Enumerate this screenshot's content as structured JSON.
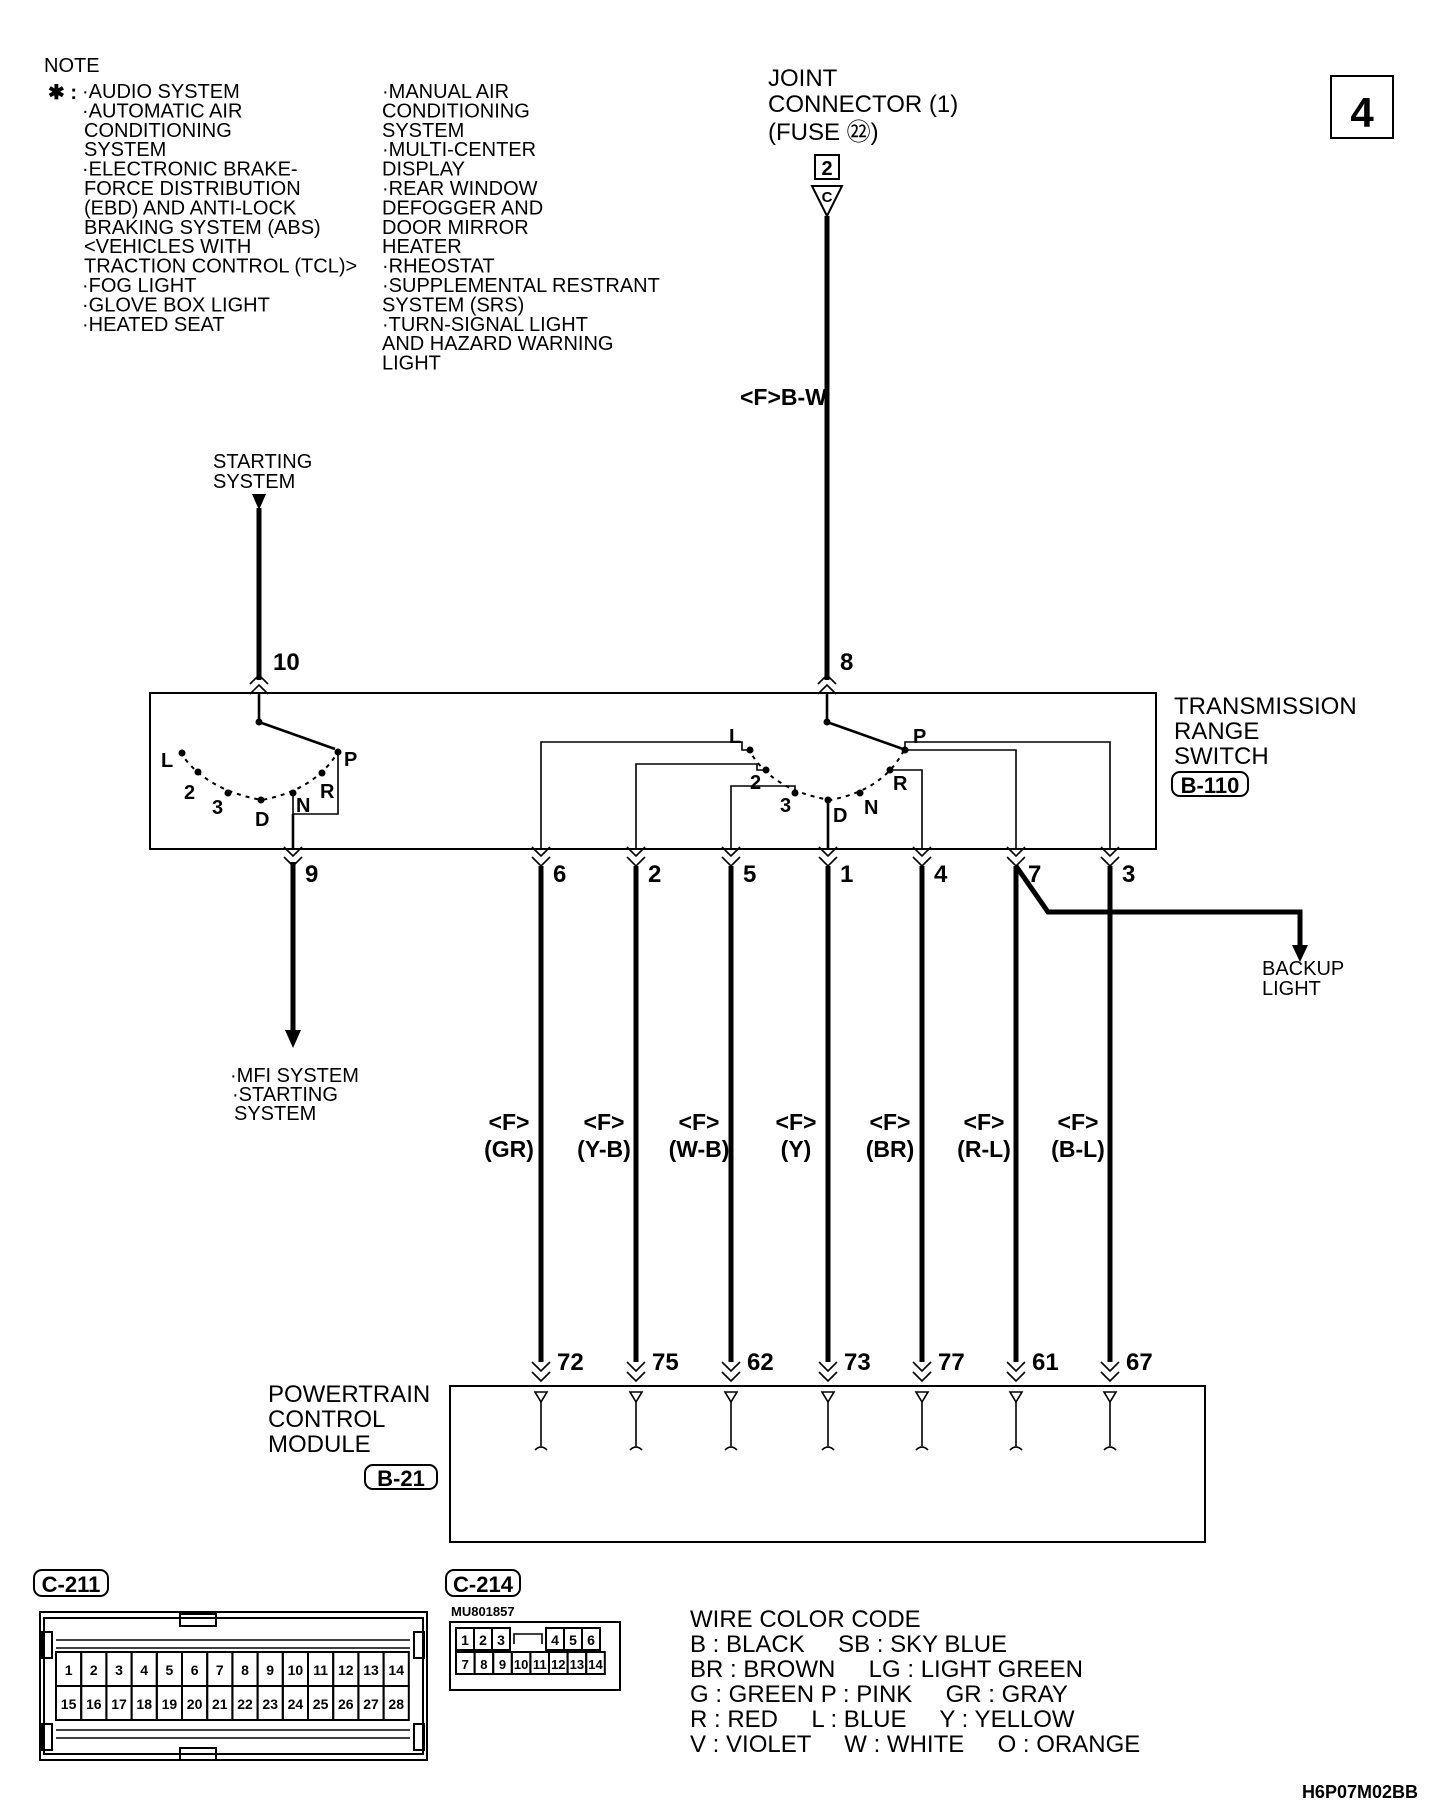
{
  "page_number": "4",
  "note": {
    "title": "NOTE",
    "asterisk": "✱ :",
    "col1": [
      "·AUDIO SYSTEM",
      "·AUTOMATIC AIR",
      "CONDITIONING",
      "SYSTEM",
      "·ELECTRONIC BRAKE-",
      "FORCE DISTRIBUTION",
      "(EBD) AND ANTI-LOCK",
      "BRAKING SYSTEM (ABS)",
      "<VEHICLES WITH",
      "TRACTION CONTROL (TCL)>",
      "·FOG LIGHT",
      "·GLOVE BOX LIGHT",
      "·HEATED SEAT"
    ],
    "col2": [
      "·MANUAL AIR",
      "CONDITIONING",
      "SYSTEM",
      "·MULTI-CENTER",
      "DISPLAY",
      "·REAR WINDOW",
      "DEFOGGER AND",
      "DOOR MIRROR",
      "HEATER",
      "·RHEOSTAT",
      "·SUPPLEMENTAL RESTRANT",
      "SYSTEM (SRS)",
      "·TURN-SIGNAL LIGHT",
      "AND HAZARD WARNING",
      "LIGHT"
    ]
  },
  "joint_connector": {
    "lines": [
      "JOINT",
      "CONNECTOR (1)",
      "(FUSE ㉒)"
    ],
    "pin": "2",
    "arrow_letter": "C",
    "wire_label": "<F>B-W"
  },
  "starting_system": {
    "lines": [
      "STARTING",
      "SYSTEM"
    ]
  },
  "transmission_switch": {
    "lines": [
      "TRANSMISSION",
      "RANGE",
      "SWITCH"
    ],
    "connector": "B-110",
    "top_pins": [
      "10",
      "8"
    ],
    "left_positions": [
      "L",
      "2",
      "3",
      "D",
      "N",
      "R",
      "P"
    ],
    "right_positions": [
      "L",
      "2",
      "3",
      "D",
      "N",
      "R",
      "P"
    ],
    "bottom_pins": [
      "9",
      "6",
      "2",
      "5",
      "1",
      "4",
      "7",
      "3"
    ]
  },
  "mfi": {
    "lines": [
      "·MFI SYSTEM",
      "·STARTING",
      "SYSTEM"
    ]
  },
  "backup_light": {
    "lines": [
      "BACKUP",
      "LIGHT"
    ]
  },
  "wires": [
    {
      "top": "<F>",
      "bottom": "(GR)"
    },
    {
      "top": "<F>",
      "bottom": "(Y-B)"
    },
    {
      "top": "<F>",
      "bottom": "(W-B)"
    },
    {
      "top": "<F>",
      "bottom": "(Y)"
    },
    {
      "top": "<F>",
      "bottom": "(BR)"
    },
    {
      "top": "<F>",
      "bottom": "(R-L)"
    },
    {
      "top": "<F>",
      "bottom": "(B-L)"
    }
  ],
  "pcm": {
    "lines": [
      "POWERTRAIN",
      "CONTROL",
      "MODULE"
    ],
    "connector": "B-21",
    "pins": [
      "72",
      "75",
      "62",
      "73",
      "77",
      "61",
      "67"
    ]
  },
  "c211": {
    "label": "C-211",
    "row1": [
      "1",
      "2",
      "3",
      "4",
      "5",
      "6",
      "7",
      "8",
      "9",
      "10",
      "11",
      "12",
      "13",
      "14"
    ],
    "row2": [
      "15",
      "16",
      "17",
      "18",
      "19",
      "20",
      "21",
      "22",
      "23",
      "24",
      "25",
      "26",
      "27",
      "28"
    ]
  },
  "c214": {
    "label": "C-214",
    "part": "MU801857",
    "row1": [
      "1",
      "2",
      "3",
      "",
      "4",
      "5",
      "6"
    ],
    "row2": [
      "7",
      "8",
      "9",
      "10",
      "11",
      "12",
      "13",
      "14"
    ]
  },
  "wire_color_code": {
    "title": "WIRE COLOR CODE",
    "lines": [
      "B : BLACK     SB : SKY BLUE",
      "BR : BROWN     LG : LIGHT GREEN",
      "G : GREEN P : PINK     GR : GRAY",
      "R : RED     L : BLUE     Y : YELLOW",
      "V : VIOLET     W : WHITE     O : ORANGE"
    ]
  },
  "figure_code": "H6P07M02BB"
}
